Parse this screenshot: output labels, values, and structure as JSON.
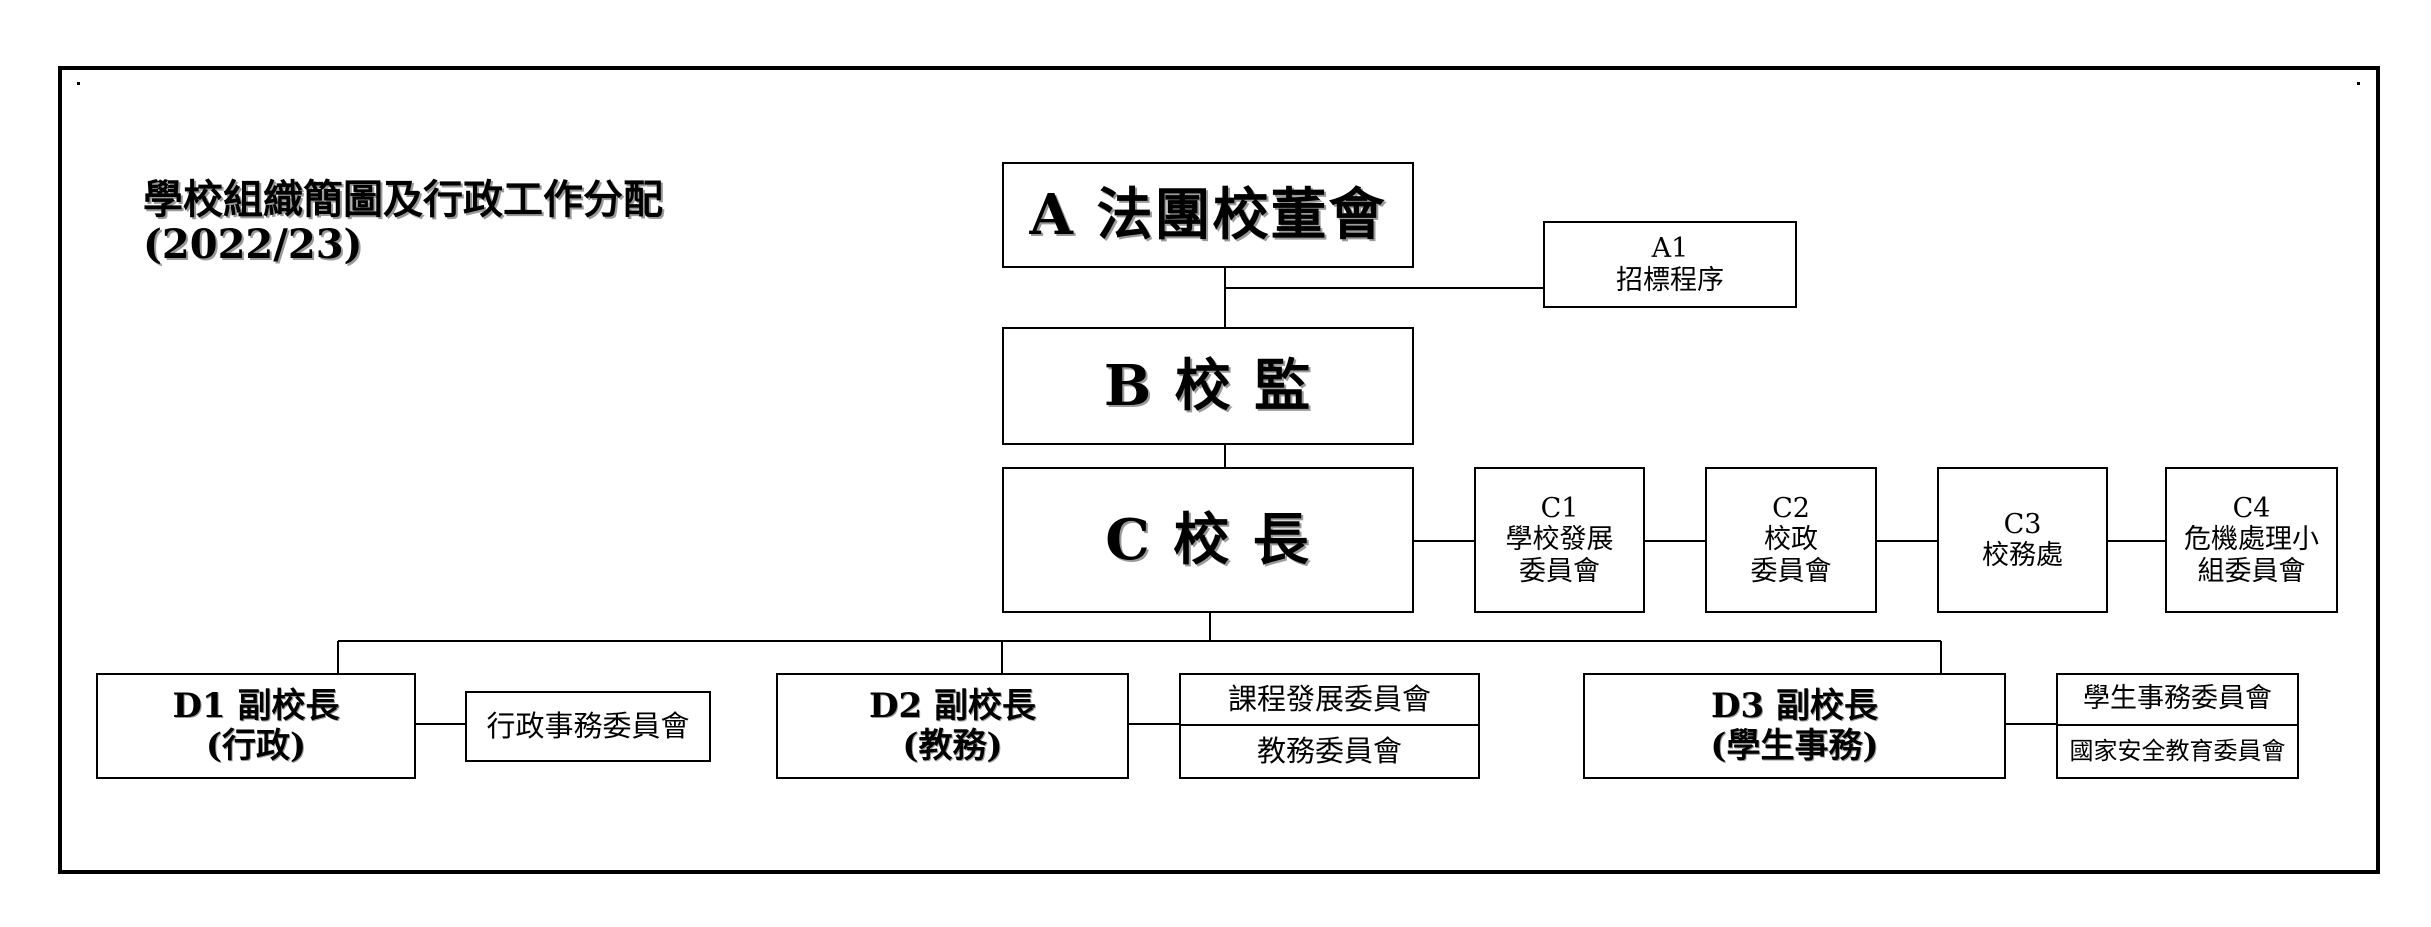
{
  "title": {
    "line1": "學校組織簡圖及行政工作分配",
    "line2": "(2022/23)"
  },
  "nodes": {
    "A": "A 法團校董會",
    "A1": {
      "code": "A1",
      "name": "招標程序"
    },
    "B": "B 校 監",
    "C": "C 校 長",
    "C1": {
      "code": "C1",
      "line1": "學校發展",
      "line2": "委員會"
    },
    "C2": {
      "code": "C2",
      "line1": "校政",
      "line2": "委員會"
    },
    "C3": {
      "code": "C3",
      "line1": "校務處"
    },
    "C4": {
      "code": "C4",
      "line1": "危機處理小",
      "line2": "組委員會"
    },
    "D1": {
      "line1": "D1 副校長",
      "line2": "(行政)"
    },
    "D1_committee": "行政事務委員會",
    "D2": {
      "line1": "D2 副校長",
      "line2": "(教務)"
    },
    "D2_committees": [
      "課程發展委員會",
      "教務委員會"
    ],
    "D3": {
      "line1": "D3 副校長",
      "line2": "(學生事務)"
    },
    "D3_committees": [
      "學生事務委員會",
      "國家安全教育委員會"
    ]
  }
}
